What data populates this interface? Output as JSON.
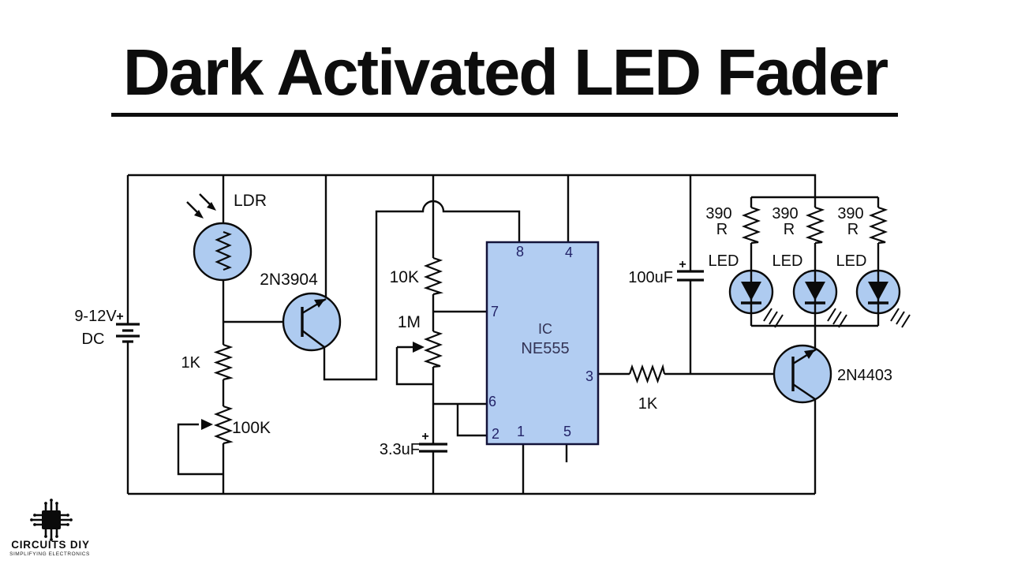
{
  "title": "Dark Activated LED Fader",
  "colors": {
    "component_fill": "#aecbf0",
    "ic_fill": "#b2cdf2",
    "wire": "#0a0a0a",
    "pin_text": "#232368"
  },
  "power_source": {
    "voltage": "9-12V",
    "type": "DC",
    "polarity": "+"
  },
  "components": {
    "ldr": "LDR",
    "q1": "2N3904",
    "r1": "1K",
    "pot1": "100K",
    "r2": "10K",
    "pot2": "1M",
    "c1": "3.3uF",
    "c1_polarity": "+",
    "c2": "100uF",
    "c2_polarity": "+",
    "r3": "1K",
    "q2": "2N4403"
  },
  "ic": {
    "line1": "IC",
    "line2": "NE555",
    "pins": {
      "p1": "1",
      "p2": "2",
      "p3": "3",
      "p4": "4",
      "p5": "5",
      "p6": "6",
      "p7": "7",
      "p8": "8"
    }
  },
  "led_branches": [
    {
      "resistor_value": "390",
      "resistor_unit": "R",
      "label": "LED"
    },
    {
      "resistor_value": "390",
      "resistor_unit": "R",
      "label": "LED"
    },
    {
      "resistor_value": "390",
      "resistor_unit": "R",
      "label": "LED"
    }
  ],
  "logo": {
    "brand": "CIRCUITS DIY",
    "tagline": "SIMPLIFYING ELECTRONICS"
  }
}
